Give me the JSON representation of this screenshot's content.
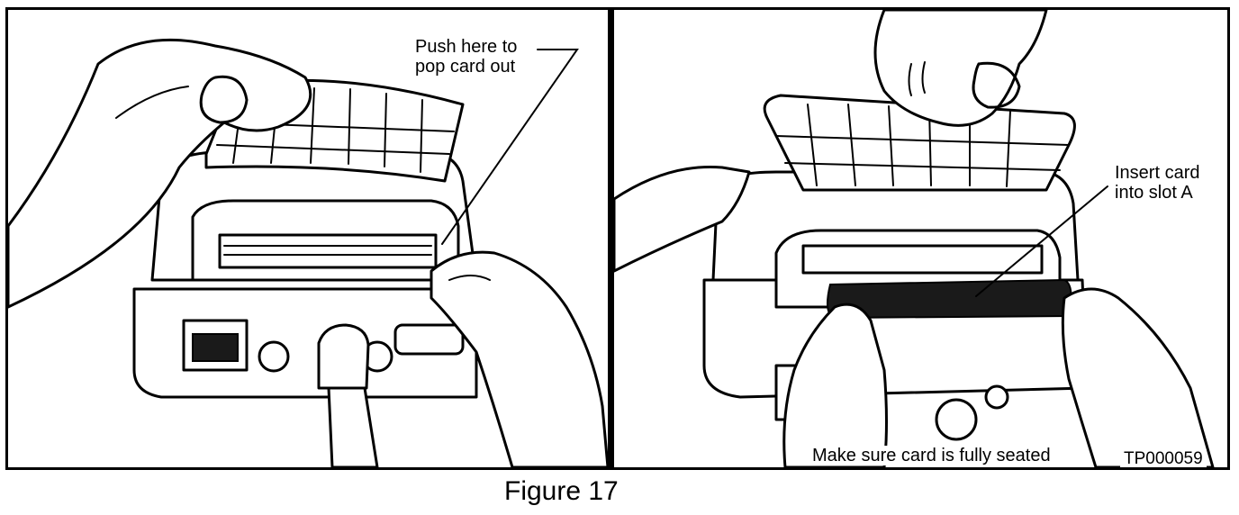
{
  "figure": {
    "caption": "Figure 17",
    "left_panel": {
      "callout": "Push here to\npop card out"
    },
    "right_panel": {
      "callout": "Insert card\ninto slot A",
      "note": "Make sure card is fully seated",
      "code": "TP000059"
    }
  }
}
